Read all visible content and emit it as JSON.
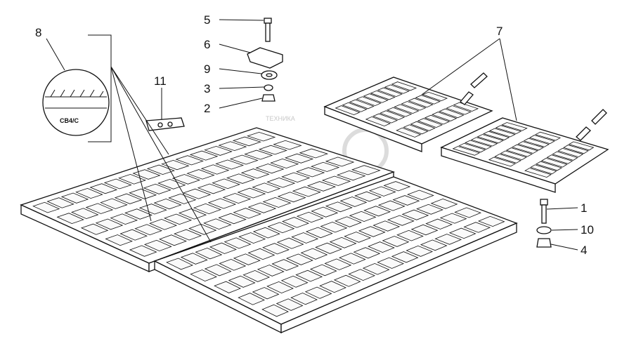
{
  "callouts": [
    {
      "id": "5",
      "text": "5"
    },
    {
      "id": "6",
      "text": "6"
    },
    {
      "id": "9",
      "text": "9"
    },
    {
      "id": "3",
      "text": "3"
    },
    {
      "id": "2",
      "text": "2"
    },
    {
      "id": "7",
      "text": "7"
    },
    {
      "id": "8",
      "text": "8"
    },
    {
      "id": "11",
      "text": "11"
    },
    {
      "id": "1",
      "text": "1"
    },
    {
      "id": "10",
      "text": "10"
    },
    {
      "id": "4",
      "text": "4"
    }
  ],
  "detail_label": "СВ4/С",
  "watermark": "ТЕХНИКА"
}
